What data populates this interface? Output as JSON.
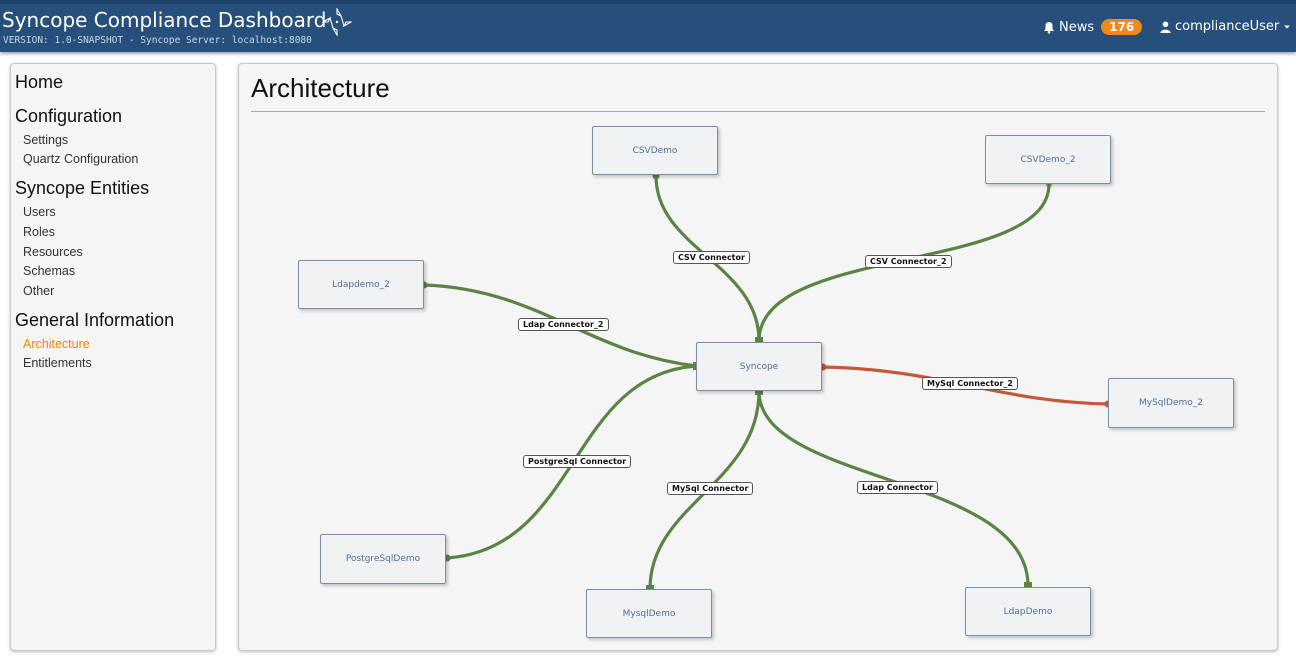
{
  "header": {
    "title": "Syncope Compliance Dashboard",
    "version": "VERSION: 1.0-SNAPSHOT - Syncope Server: localhost:8080",
    "news_label": "News",
    "news_count": "176",
    "user_label": "complianceUser"
  },
  "sidebar": {
    "home": "Home",
    "configuration": {
      "heading": "Configuration",
      "items": [
        "Settings",
        "Quartz Configuration"
      ]
    },
    "entities": {
      "heading": "Syncope Entities",
      "items": [
        "Users",
        "Roles",
        "Resources",
        "Schemas",
        "Other"
      ]
    },
    "general": {
      "heading": "General Information",
      "items": [
        "Architecture",
        "Entitlements"
      ],
      "active": "Architecture"
    }
  },
  "main": {
    "title": "Architecture",
    "nodes": {
      "syncope": "Syncope",
      "csvdemo": "CSVDemo",
      "csvdemo2": "CSVDemo_2",
      "ldapdemo2": "Ldapdemo_2",
      "mysqldemo2": "MySqlDemo_2",
      "postgres": "PostgreSqlDemo",
      "mysqldemo": "MysqlDemo",
      "ldapdemo": "LdapDemo"
    },
    "edges": {
      "csv": "CSV Connector",
      "csv2": "CSV Connector_2",
      "ldap2": "Ldap Connector_2",
      "mysql2": "MySql Connector_2",
      "postgres": "PostgreSql Connector",
      "mysql": "MySql Connector",
      "ldap": "Ldap Connector"
    },
    "colors": {
      "edge_ok": "#5a8446",
      "edge_fail": "#c4583a"
    }
  }
}
